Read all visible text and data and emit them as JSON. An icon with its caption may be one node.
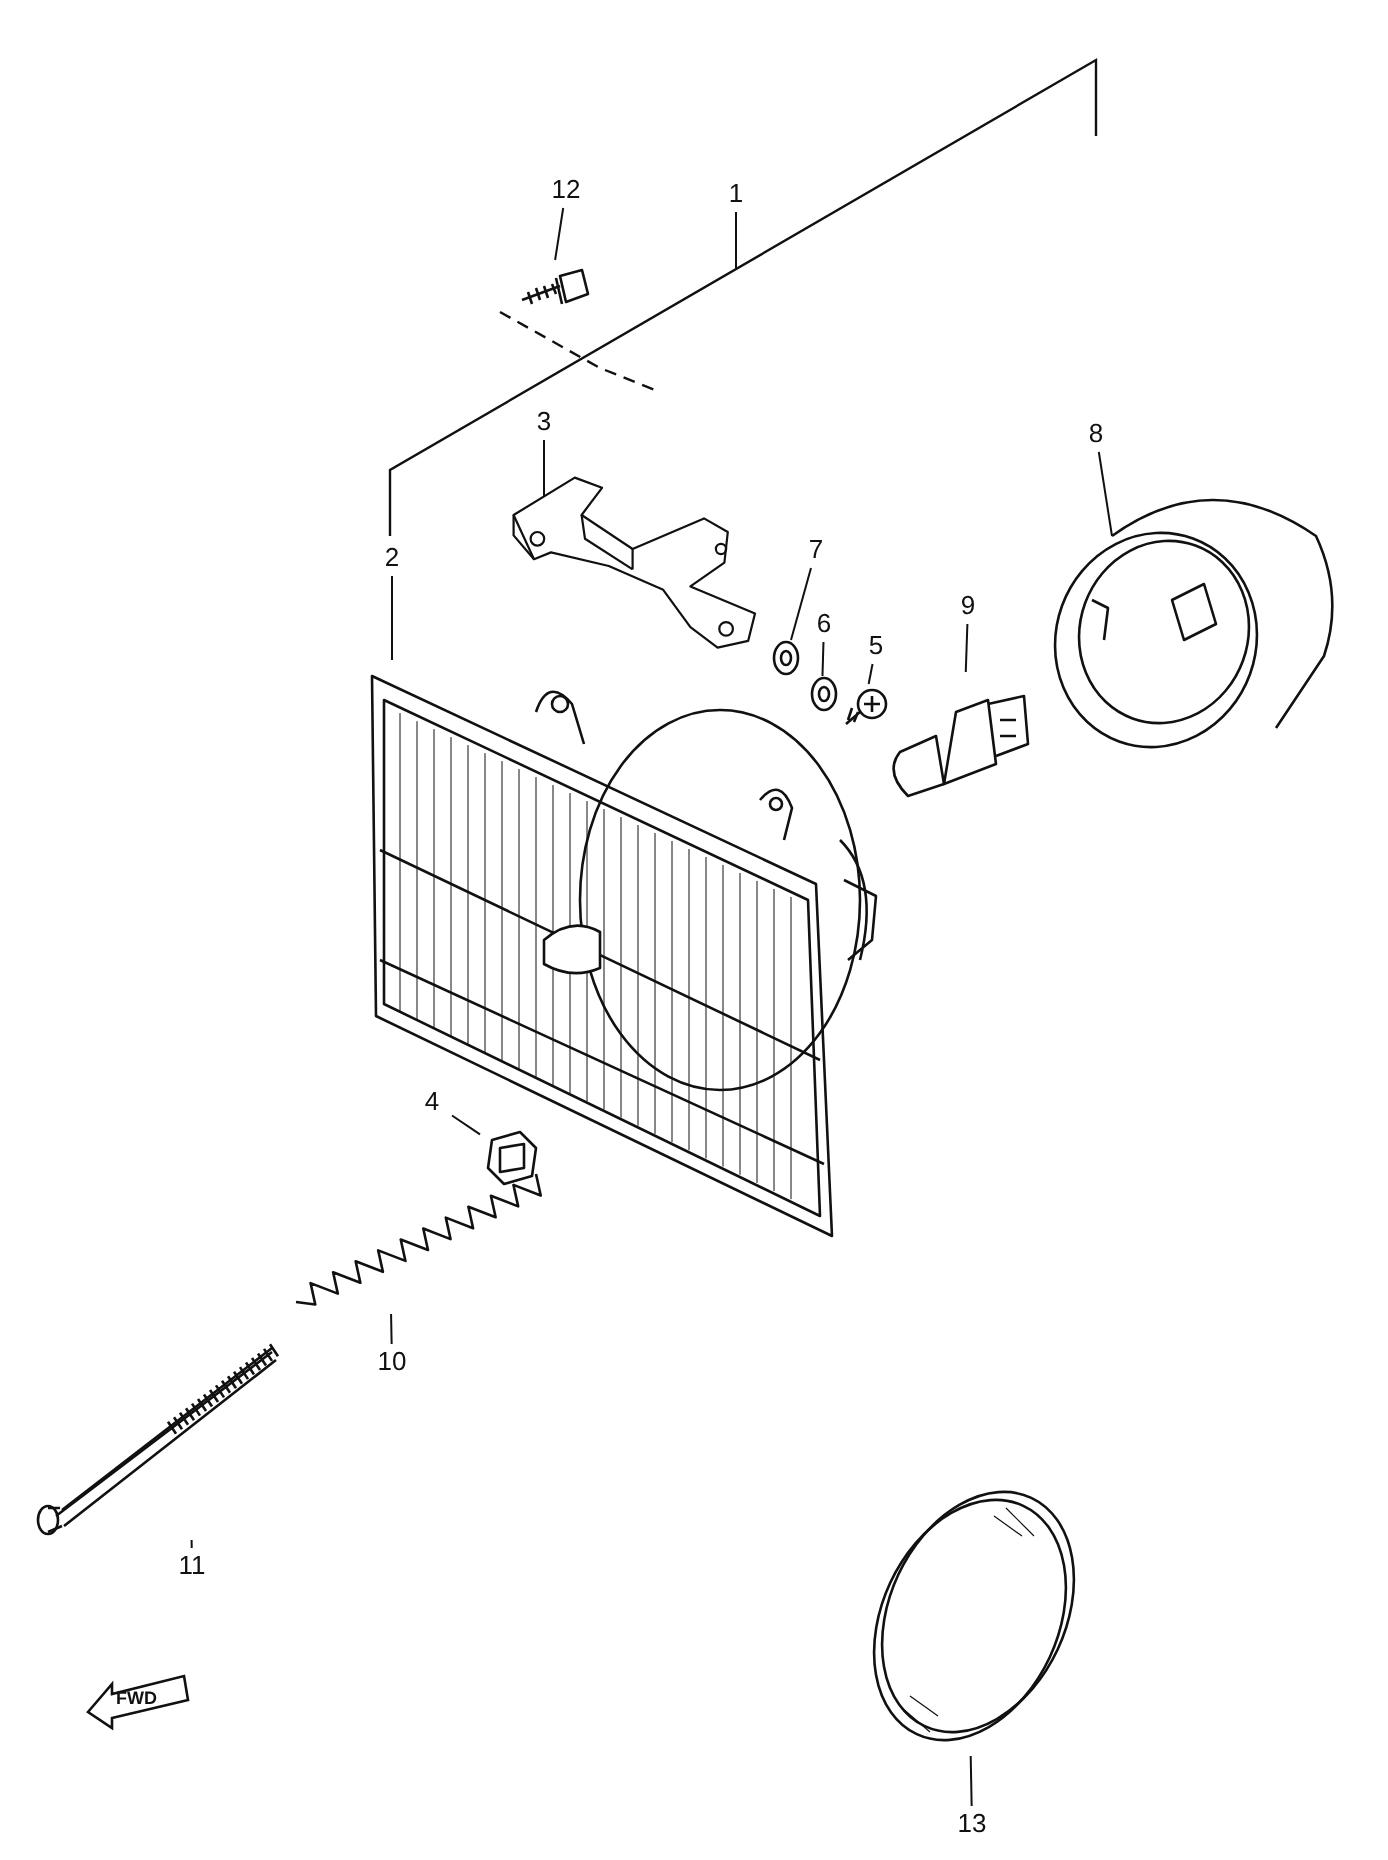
{
  "diagram": {
    "nodes": [
      {
        "text": [
          "12"
        ]
      },
      {
        "text": [],
        "shape": "picture"
      },
      {
        "text": [
          "1"
        ]
      },
      {
        "text": [
          "3"
        ]
      },
      {
        "text": [],
        "shape": "picture"
      },
      {
        "text": [
          "2"
        ]
      },
      {
        "text": [],
        "shape": "picture"
      },
      {
        "text": [
          "7"
        ]
      },
      {
        "text": [],
        "shape": "picture"
      },
      {
        "text": [
          "6"
        ]
      },
      {
        "text": [],
        "shape": "picture"
      },
      {
        "text": [
          "5"
        ]
      },
      {
        "text": [],
        "shape": "picture"
      },
      {
        "text": [
          "9"
        ]
      },
      {
        "text": [],
        "shape": "picture"
      },
      {
        "text": [
          "8"
        ]
      },
      {
        "text": [],
        "shape": "picture"
      },
      {
        "text": [
          "4"
        ]
      },
      {
        "text": [],
        "shape": "picture"
      },
      {
        "text": [
          "10"
        ]
      },
      {
        "text": [],
        "shape": "picture"
      },
      {
        "text": [
          "11"
        ]
      },
      {
        "text": [],
        "shape": "picture"
      },
      {
        "text": [
          "13"
        ]
      },
      {
        "text": [],
        "shape": "picture"
      }
    ],
    "edges": [
      {
        "from": 0,
        "to": 1,
        "arrow": "none"
      },
      {
        "from": 2,
        "to": null,
        "arrow": "none"
      },
      {
        "from": 3,
        "to": 4,
        "arrow": "none"
      },
      {
        "from": 5,
        "to": 6,
        "arrow": "none"
      },
      {
        "from": 7,
        "to": 8,
        "arrow": "none"
      },
      {
        "from": 9,
        "to": 10,
        "arrow": "none"
      },
      {
        "from": 11,
        "to": 12,
        "arrow": "none"
      },
      {
        "from": 13,
        "to": 14,
        "arrow": "none"
      },
      {
        "from": 15,
        "to": 16,
        "arrow": "none"
      },
      {
        "from": 17,
        "to": 18,
        "arrow": "none"
      },
      {
        "from": 19,
        "to": 20,
        "arrow": "none"
      },
      {
        "from": 21,
        "to": 22,
        "arrow": "none"
      },
      {
        "from": 23,
        "to": 24,
        "arrow": "none"
      }
    ],
    "labels": [
      "FWD"
    ]
  }
}
